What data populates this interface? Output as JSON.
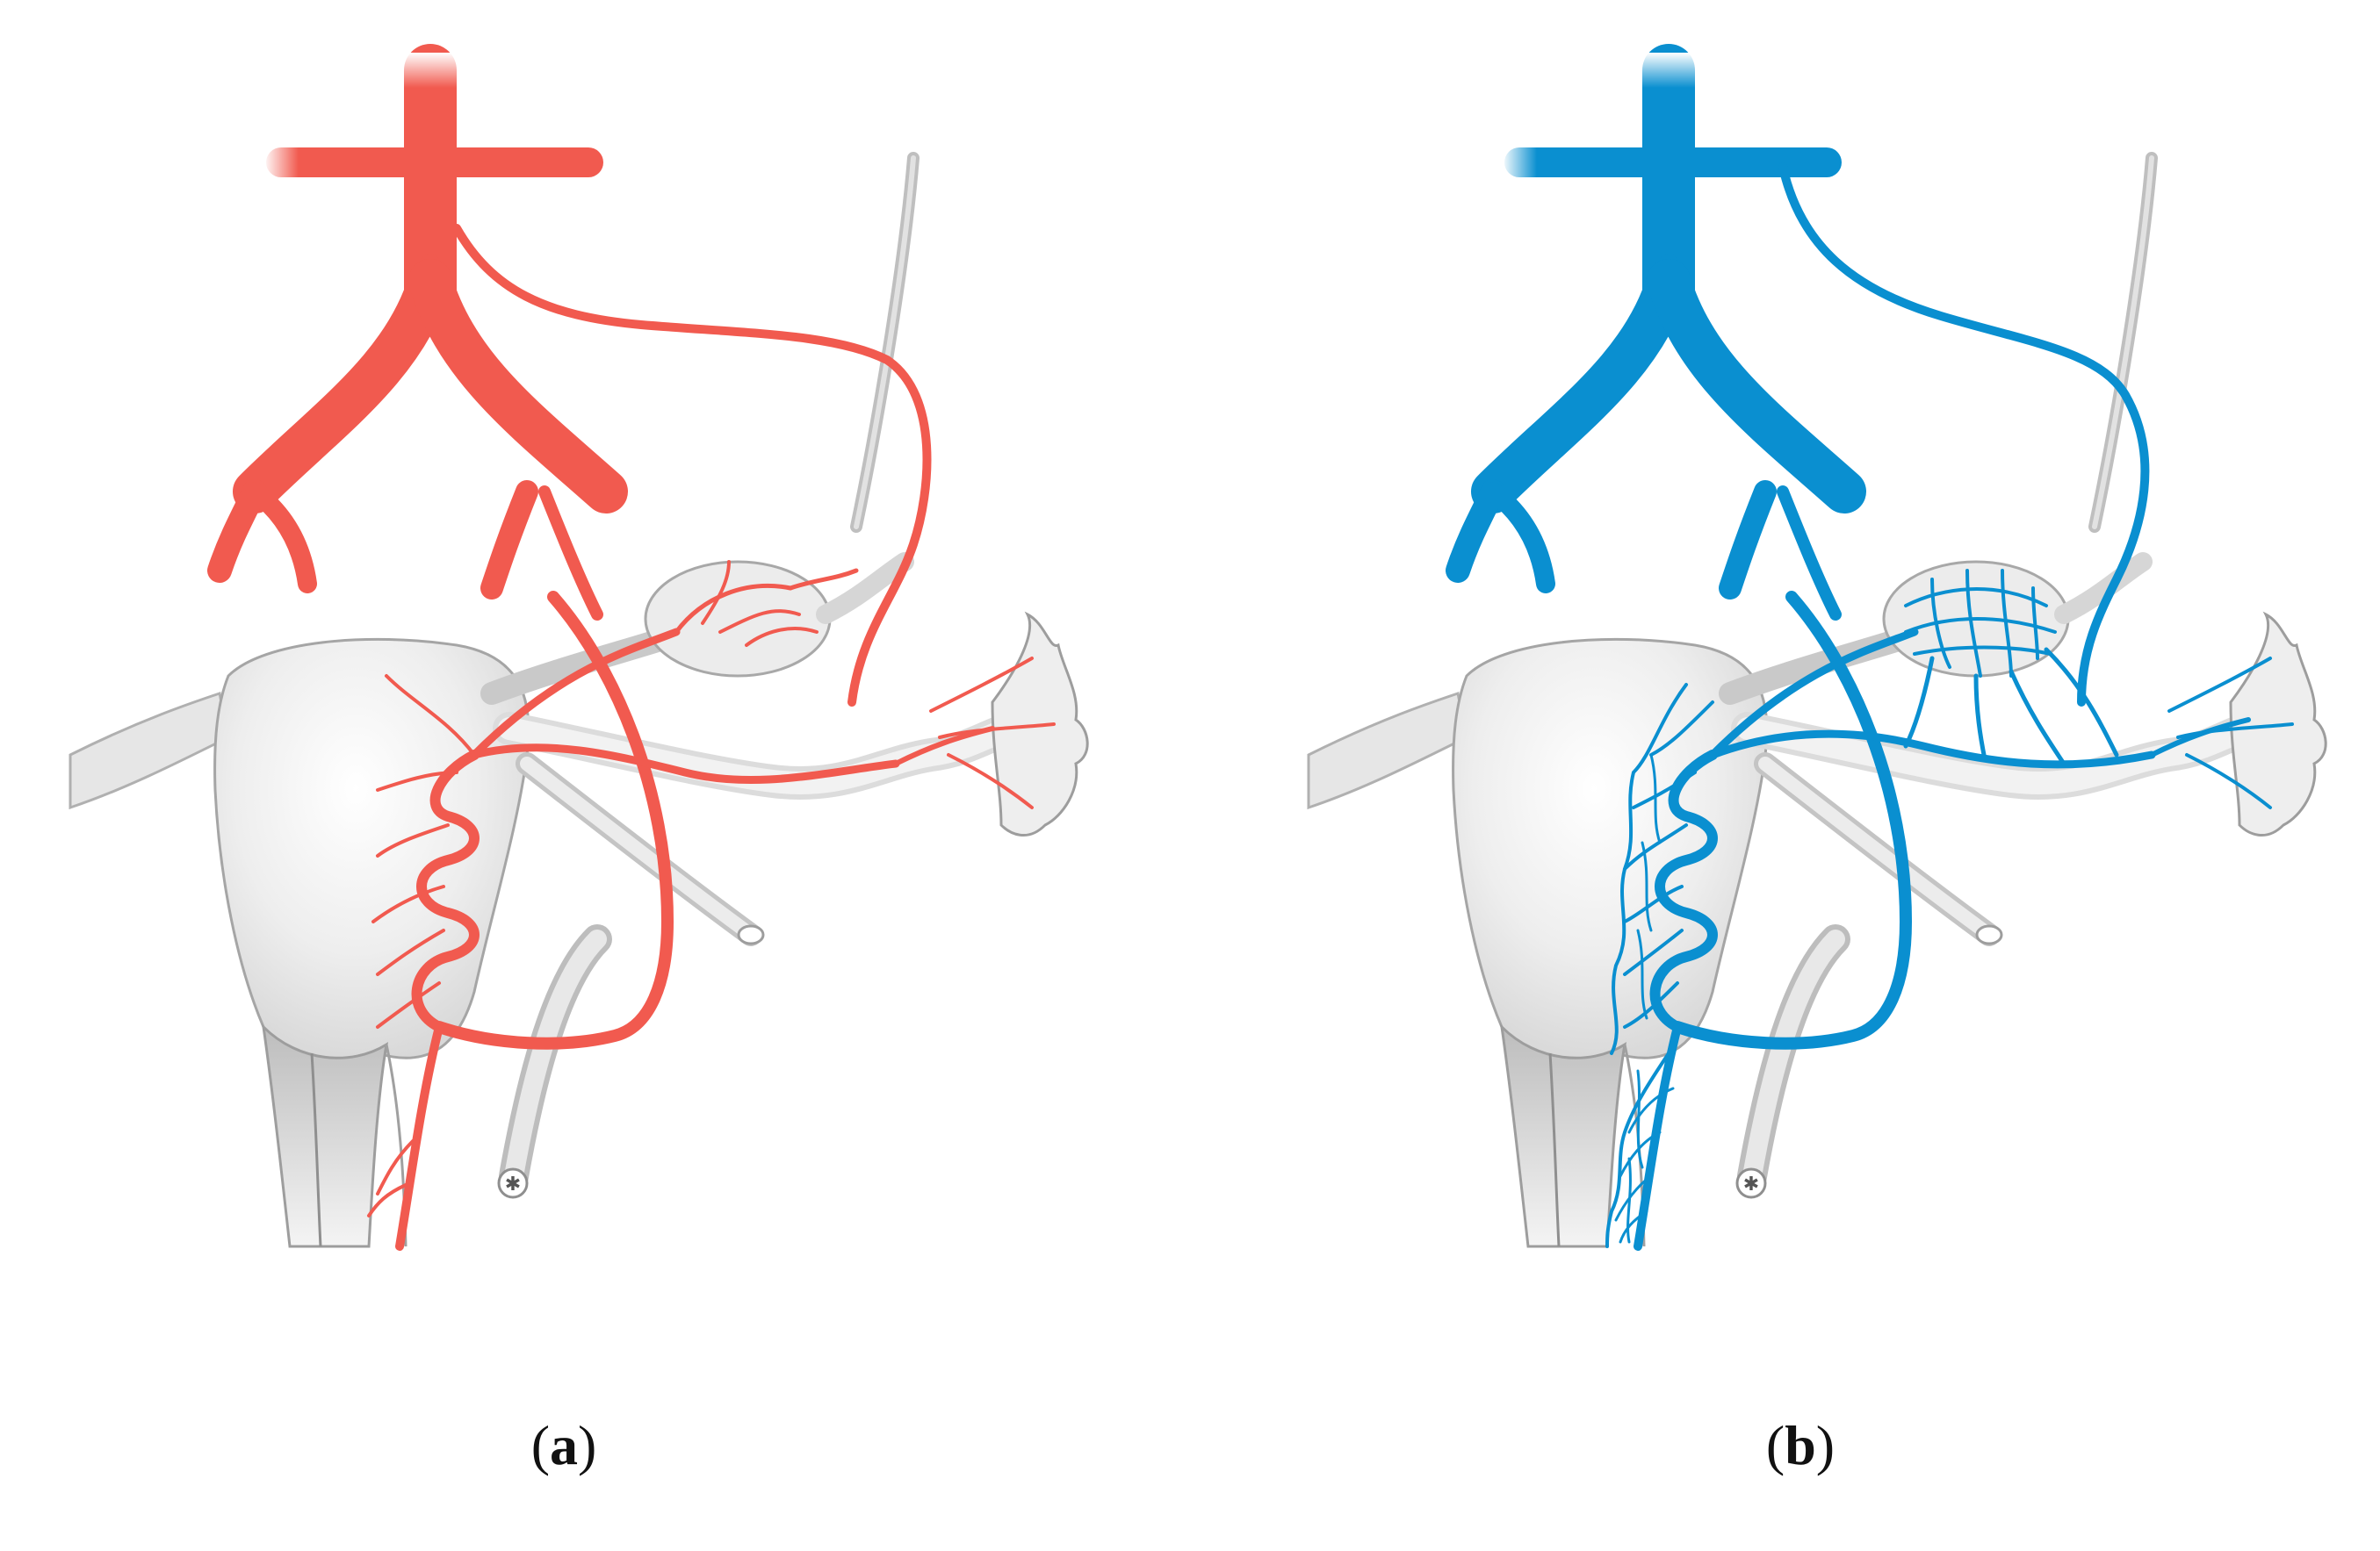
{
  "panels": [
    {
      "id": "a",
      "label_letter": "a",
      "vessel_color": "#f15a4f"
    },
    {
      "id": "b",
      "label_letter": "b",
      "vessel_color": "#0a8fd0"
    }
  ],
  "colors": {
    "tissue_fill": "#e9e9e9",
    "tissue_stroke": "#9a9a9a",
    "tissue_shadow": "#cfcfcf",
    "probe": "#b5b5b5"
  }
}
